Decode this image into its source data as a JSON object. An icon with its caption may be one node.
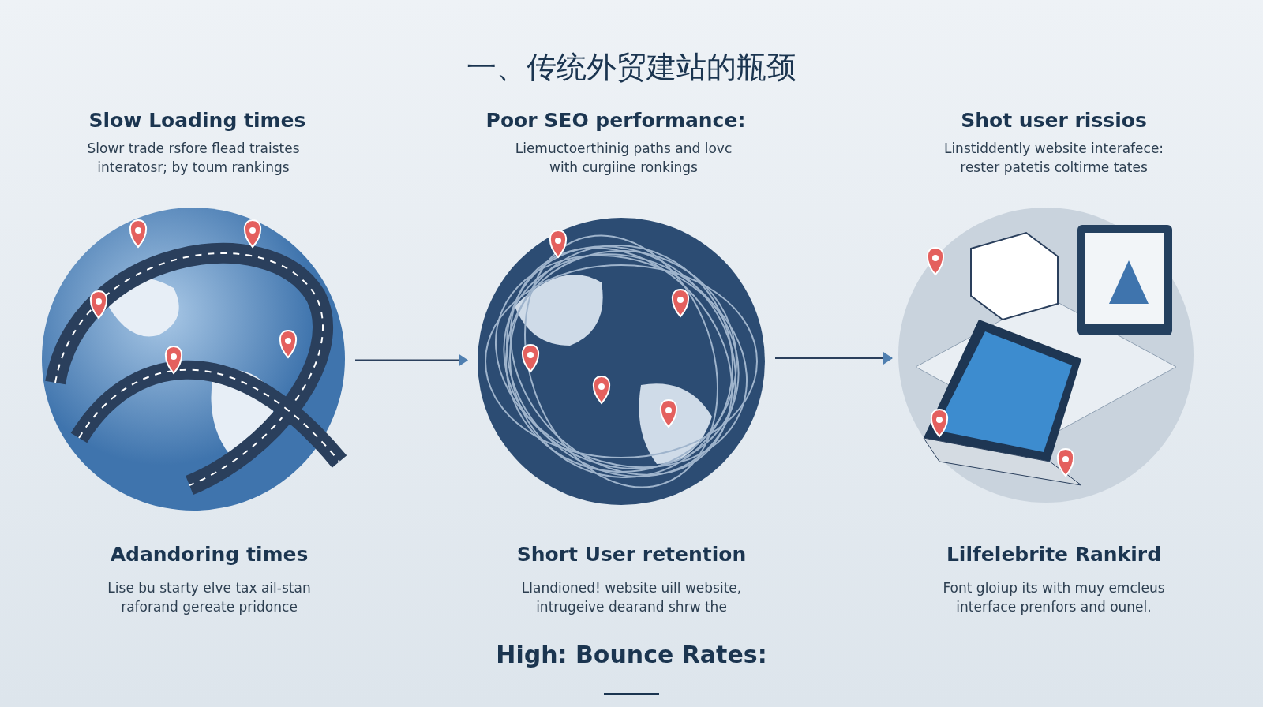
{
  "diagram": {
    "title": "一、传统外贸建站的瓶颈",
    "nodes": [
      {
        "text": [],
        "shape": "picture"
      },
      {
        "text": [],
        "shape": "picture"
      },
      {
        "text": [],
        "shape": "picture"
      }
    ],
    "edges": [
      {
        "from": 0,
        "to": 1,
        "arrow": "to"
      },
      {
        "from": 1,
        "to": 2,
        "arrow": "to"
      }
    ],
    "labels": [
      "Slow Loading times",
      "Slowr trade rsfore flead traistes interatosr; by toum rankings",
      "Poor SEO performance:",
      "Liemuctoerthinig paths and lovc with curgiine ronkings",
      "Shot user rissios",
      "Linstiddently website interafece: rester patetis coltirme tates",
      "Adandoring times",
      "Lise bu starty elve tax ail-stan raforand gereate pridonce",
      "Short User retention",
      "Llandioned! website uill website, intrugeive dearand shrw the",
      "Lilfelebrite Rankird",
      "Font gloiup its with muy emcleus interface prenfors and ounel.",
      "High: Bounce Rates:"
    ]
  }
}
